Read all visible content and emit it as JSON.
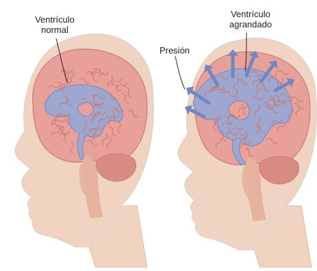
{
  "labels": {
    "normal_line1": "Ventrículo",
    "normal_line2": "normal",
    "enlarged_line1": "Ventrículo",
    "enlarged_line2": "agrandado",
    "pressure": "Presión"
  },
  "colors": {
    "skin": "#f1d3c2",
    "skin_shadow": "#e3b7a2",
    "skull_outline": "#ddd0c8",
    "brain": "#e7a09a",
    "brain_fold": "#c97a78",
    "cerebellum": "#d98c82",
    "brainstem": "#e6b29e",
    "ventricle": "#8fa8d8",
    "ventricle_edge": "#6f88bf",
    "arrow": "#6f88c2",
    "leader_line": "#222222"
  },
  "icons": {
    "pressure_arrow": "arrow-up-icon"
  }
}
